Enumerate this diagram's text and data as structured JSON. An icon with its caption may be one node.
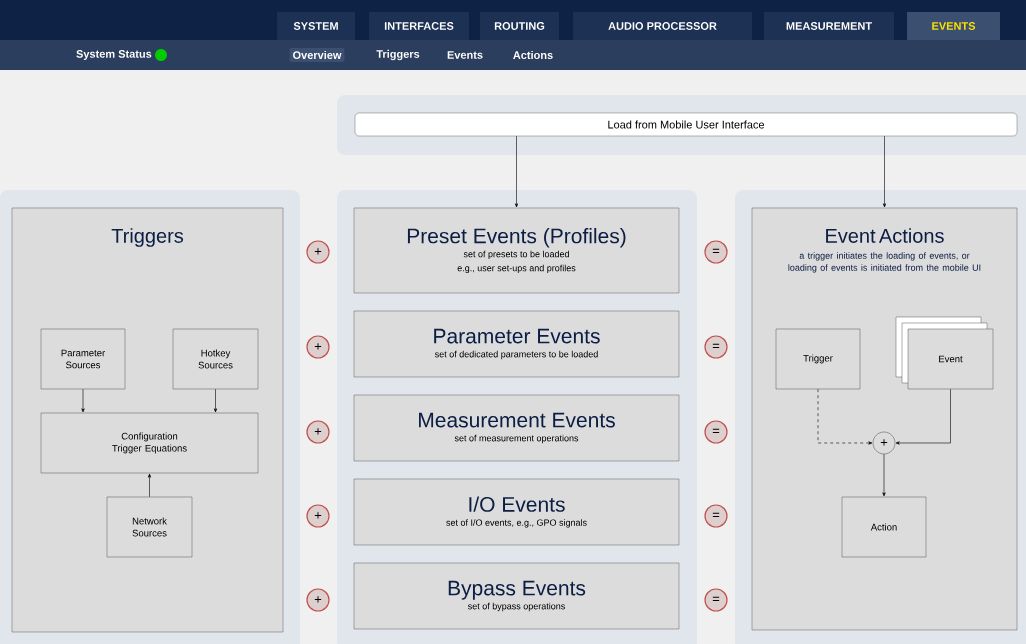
{
  "diagram": {
    "nodes": [
      {
        "text": [
          "Load from Mobile User Interface"
        ]
      },
      {
        "text": [
          "Triggers"
        ]
      },
      {
        "text": [
          "Parameter Sources"
        ],
        "in": 1
      },
      {
        "text": [
          "Hotkey Sources"
        ],
        "in": 1
      },
      {
        "text": [
          "Configuration Trigger Equations"
        ],
        "in": 1
      },
      {
        "text": [
          "Network Sources"
        ],
        "in": 1
      },
      {
        "text": [
          "Preset Events (Profiles)",
          "set of presets to be loaded",
          "e.g., user set-ups and profiles"
        ]
      },
      {
        "text": [
          "Parameter Events",
          "set of dedicated parameters to be loaded"
        ]
      },
      {
        "text": [
          "Measurement Events",
          "set of measurement operations"
        ]
      },
      {
        "text": [
          "I/O Events",
          "set of I/O events, e.g., GPO signals"
        ]
      },
      {
        "text": [
          "Bypass Events",
          "set of bypass operations"
        ]
      },
      {
        "text": [
          "Event Actions",
          "a trigger initiates the loading of events, or loading of events is initiated from the mobile UI"
        ]
      },
      {
        "text": [
          "Trigger"
        ],
        "in": 11
      },
      {
        "text": [
          "Event"
        ],
        "in": 11
      },
      {
        "text": [
          "+"
        ],
        "in": 11
      },
      {
        "text": [
          "Action"
        ],
        "in": 11
      },
      {
        "text": [
          "+"
        ]
      },
      {
        "text": [
          "+"
        ]
      },
      {
        "text": [
          "+"
        ]
      },
      {
        "text": [
          "+"
        ]
      },
      {
        "text": [
          "+"
        ]
      },
      {
        "text": [
          "="
        ]
      },
      {
        "text": [
          "="
        ]
      },
      {
        "text": [
          "="
        ]
      },
      {
        "text": [
          "="
        ]
      },
      {
        "text": [
          "="
        ]
      }
    ],
    "edges": [
      {
        "from": 0,
        "to": 6,
        "arrow": "to"
      },
      {
        "from": 0,
        "to": 11,
        "arrow": "to"
      },
      {
        "from": 2,
        "to": 4,
        "arrow": "to"
      },
      {
        "from": 3,
        "to": 4,
        "arrow": "to"
      },
      {
        "from": 5,
        "to": 4,
        "arrow": "to"
      },
      {
        "from": 12,
        "to": 14,
        "arrow": "to",
        "style": "dashed"
      },
      {
        "from": 13,
        "to": 14,
        "arrow": "to"
      },
      {
        "from": 14,
        "to": 15,
        "arrow": "to"
      }
    ],
    "labels": [
      "SYSTEM",
      "INTERFACES",
      "ROUTING",
      "AUDIO PROCESSOR",
      "MEASUREMENT",
      "EVENTS",
      "System Status",
      "Overview",
      "Triggers",
      "Events",
      "Actions"
    ]
  }
}
